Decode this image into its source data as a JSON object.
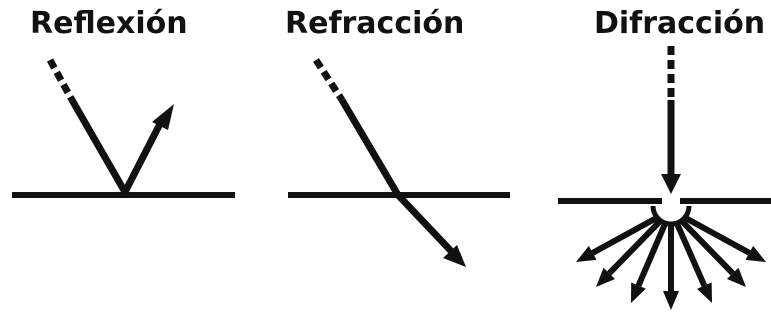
{
  "panels": {
    "reflexion": {
      "title": "Reflexión"
    },
    "refraccion": {
      "title": "Refracción"
    },
    "difraccion": {
      "title": "Difracción"
    }
  },
  "colors": {
    "ink": "#111111",
    "background": "#ffffff"
  }
}
